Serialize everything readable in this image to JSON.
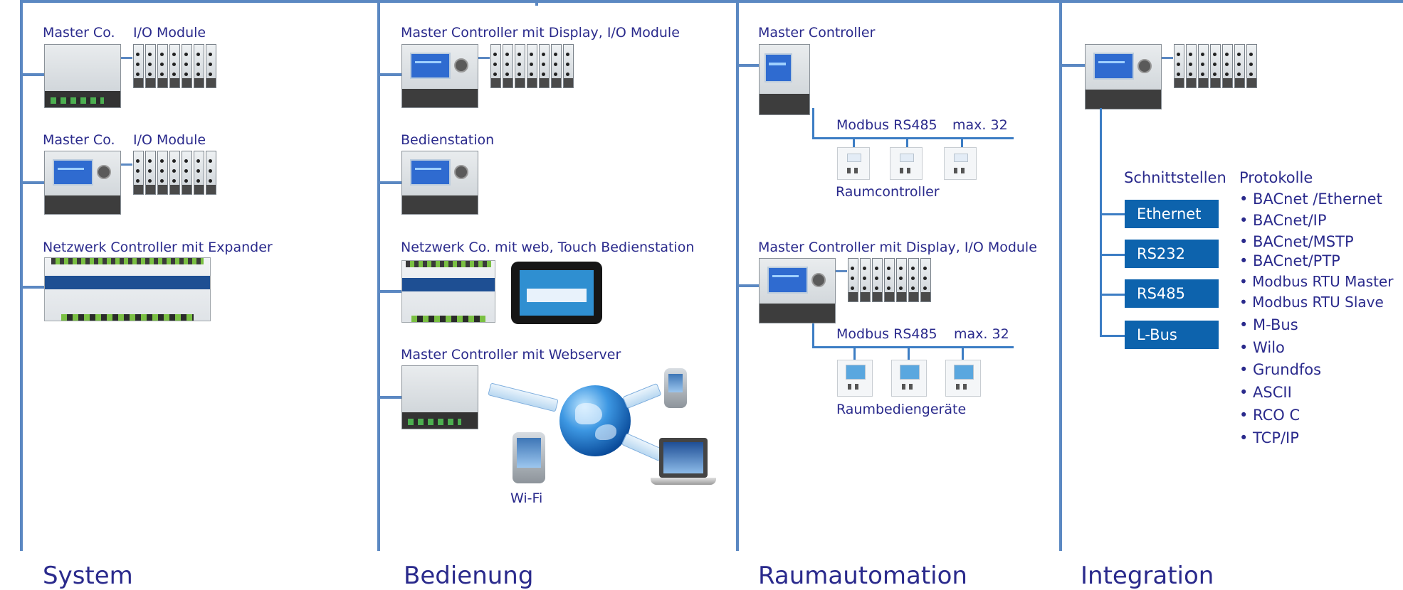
{
  "colors": {
    "line": "#5b88c2",
    "text": "#2a2a8c",
    "box_fill": "#0d63ad",
    "box_text": "#ffffff"
  },
  "columns": {
    "system": {
      "footer": "System",
      "row1_left": "Master Co.",
      "row1_right": "I/O Module",
      "row2_left": "Master Co.",
      "row2_right": "I/O Module",
      "row3": "Netzwerk Controller mit Expander"
    },
    "bedienung": {
      "footer": "Bedienung",
      "row1": "Master Controller mit Display, I/O Module",
      "row2": "Bedienstation",
      "row3": "Netzwerk Co. mit web, Touch Bedienstation",
      "row4": "Master Controller mit Webserver",
      "wifi": "Wi-Fi"
    },
    "raumautomation": {
      "footer": "Raumautomation",
      "block1_title": "Master Controller",
      "block1_bus": "Modbus RS485",
      "block1_max": "max. 32",
      "block1_caption": "Raumcontroller",
      "block2_title": "Master Controller mit Display, I/O Module",
      "block2_bus": "Modbus RS485",
      "block2_max": "max. 32",
      "block2_caption": "Raumbediengeräte"
    },
    "integration": {
      "footer": "Integration",
      "interfaces_heading": "Schnittstellen",
      "protocols_heading": "Protokolle",
      "interfaces": [
        "Ethernet",
        "RS232",
        "RS485",
        "L-Bus"
      ],
      "protocols": [
        "• BACnet /Ethernet",
        "• BACnet/IP",
        "• BACnet/MSTP",
        "• BACnet/PTP",
        "• Modbus RTU Master",
        "• Modbus RTU Slave",
        "• M-Bus",
        "• Wilo",
        "• Grundfos",
        "• ASCII",
        "• RCO C",
        "• TCP/IP"
      ]
    }
  }
}
